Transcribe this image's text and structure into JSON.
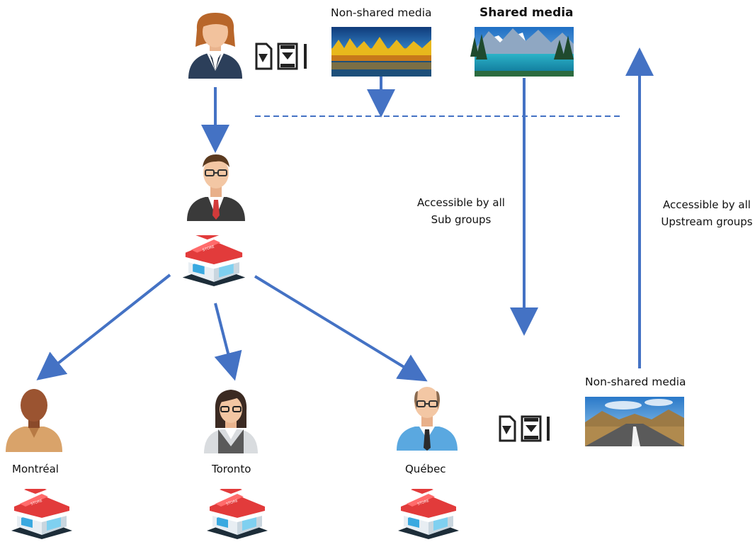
{
  "diagram": {
    "top_non_shared_title": "Non-shared media",
    "shared_title": "Shared media",
    "bottom_non_shared_title": "Non-shared media",
    "accessible_sub": [
      "Accessible by all",
      "Sub groups"
    ],
    "accessible_up": [
      "Accessible by all",
      "Upstream groups"
    ],
    "branches": [
      {
        "city": "Montréal"
      },
      {
        "city": "Toronto"
      },
      {
        "city": "Québec"
      }
    ]
  },
  "colors": {
    "arrow": "#4472C4",
    "store_awning": "#e23b3b",
    "store_base": "#1d2d39"
  },
  "icons": {
    "media_type_icons": [
      "image-file-icon",
      "video-file-icon",
      "divider-bar-icon"
    ]
  }
}
